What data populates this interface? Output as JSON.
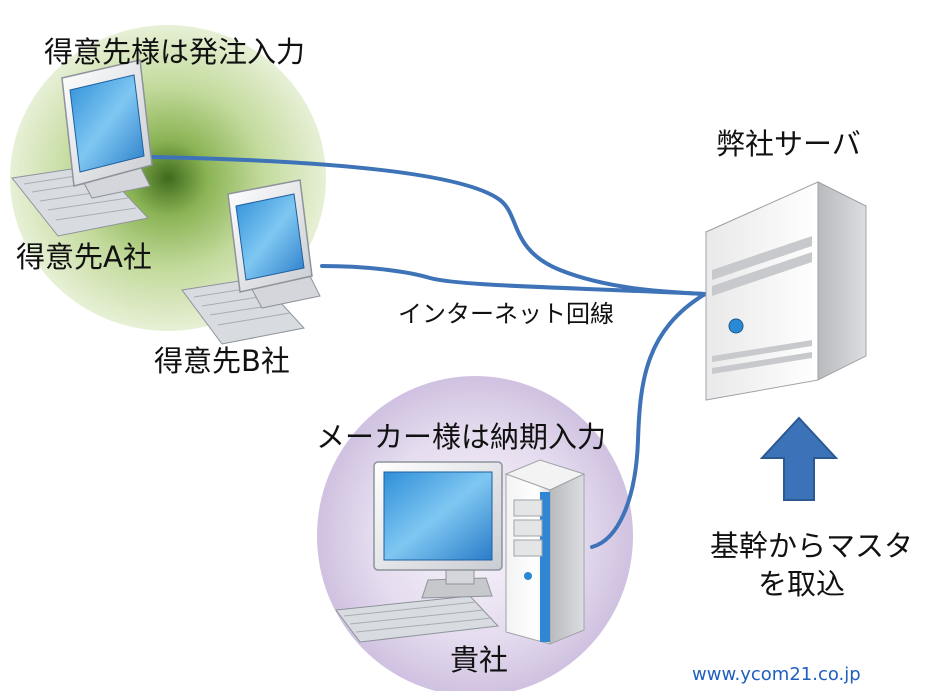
{
  "labels": {
    "customer_title": "得意先様は発注入力",
    "customer_a": "得意先A社",
    "customer_b": "得意先B社",
    "server": "弊社サーバ",
    "internet": "インターネット回線",
    "maker_title": "メーカー様は納期入力",
    "our_company": "貴社",
    "import_line1": "基幹からマスタ",
    "import_line2": "を取込",
    "website": "www.ycom21.co.jp"
  },
  "colors": {
    "connection_line": "#3e73b8",
    "customer_halo": "#c9dea6",
    "maker_halo": "#ddd1e9",
    "arrow": "#3c73b8",
    "url_text": "#1f5fbf"
  },
  "icons": {
    "customer_a_pc": "desktop-monitor-keyboard-icon",
    "customer_b_pc": "desktop-monitor-keyboard-icon",
    "maker_pc": "desktop-tower-pc-icon",
    "server": "tower-server-icon",
    "import_arrow": "up-arrow-icon"
  }
}
